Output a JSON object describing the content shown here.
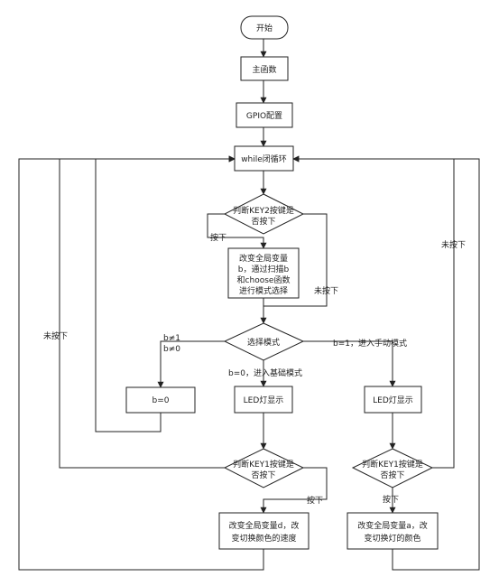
{
  "nodes": {
    "start": "开始",
    "main_func": "主函数",
    "gpio": "GPIO配置",
    "while_loop": "while闭循环",
    "key2_line1": "判断KEY2按键是",
    "key2_line2": "否按下",
    "change_b_1": "改变全局变量",
    "change_b_2": "b，通过扫描b",
    "change_b_3": "和choose函数",
    "change_b_4": "进行模式选择",
    "select_mode": "选择模式",
    "b0_box": "b=0",
    "led_left": "LED灯显示",
    "led_right": "LED灯显示",
    "key1_left_1": "判断KEY1按键是",
    "key1_left_2": "否按下",
    "key1_right_1": "判断KEY1按键是",
    "key1_right_2": "否按下",
    "change_d_1": "改变全局变量d，改",
    "change_d_2": "变切换颜色的速度",
    "change_a_1": "改变全局变量a，改",
    "change_a_2": "变切换灯的颜色"
  },
  "labels": {
    "pressed_key2": "按下",
    "not_pressed_key2": "未按下",
    "b_neq1": "b≠1",
    "b_neq0": "b≠0",
    "b_eq1": "b=1，进入手动模式",
    "b_eq0": "b=0，进入基础模式",
    "not_pressed_left": "未按下",
    "not_pressed_right": "未按下",
    "pressed_left": "按下",
    "pressed_right": "按下"
  }
}
